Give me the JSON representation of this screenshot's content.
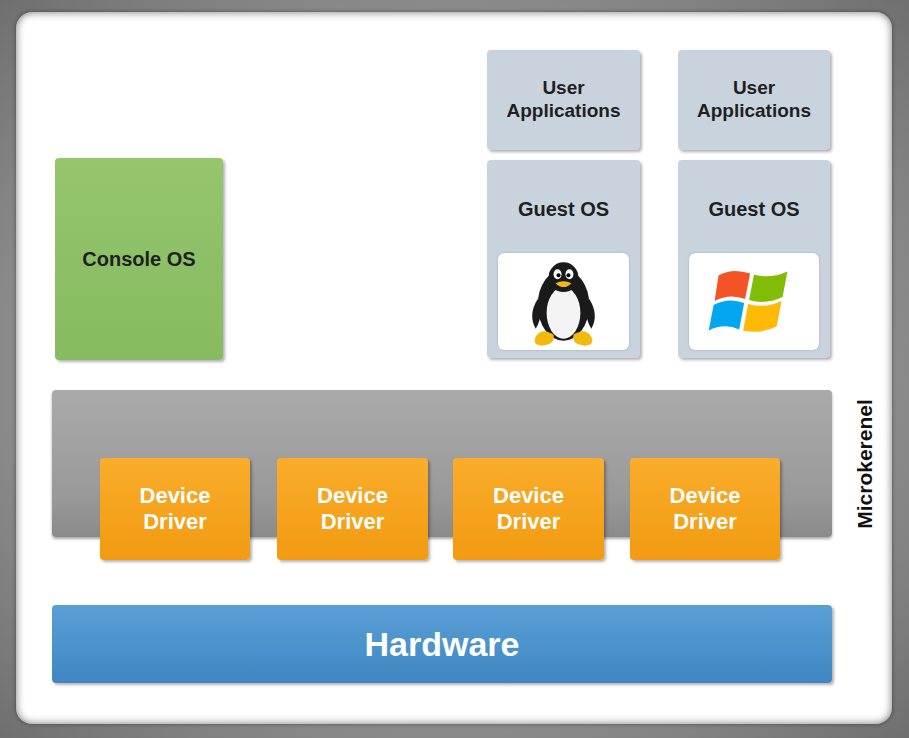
{
  "diagram": {
    "nodes": [
      {
        "text": [
          "User Applications"
        ]
      },
      {
        "text": [
          "User Applications"
        ]
      },
      {
        "text": [
          "Guest OS"
        ]
      },
      {
        "text": [
          "Guest OS"
        ]
      },
      {
        "text": [
          "Console OS"
        ]
      },
      {
        "text": [
          "Microkerenel"
        ]
      },
      {
        "text": [
          "Device Driver"
        ],
        "in": 5
      },
      {
        "text": [
          "Device Driver"
        ],
        "in": 5
      },
      {
        "text": [
          "Device Driver"
        ],
        "in": 5
      },
      {
        "text": [
          "Device Driver"
        ],
        "in": 5
      },
      {
        "text": [
          "Hardware"
        ]
      }
    ]
  }
}
